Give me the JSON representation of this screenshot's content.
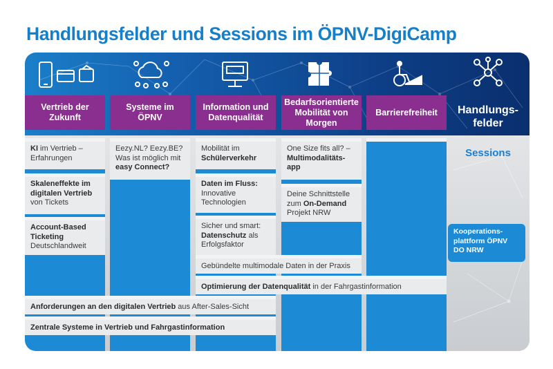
{
  "title": "Handlungsfelder und Sessions im ÖPNV-DigiCamp",
  "columns": [
    {
      "label": "Vertrieb der Zukunft",
      "icon": "payment-icons"
    },
    {
      "label": "Systeme im ÖPNV",
      "icon": "cloud-network-icon"
    },
    {
      "label": "Information und Datenqualität",
      "icon": "monitor-icon"
    },
    {
      "label": "Bedarfsorientierte Mobilität von Morgen",
      "icon": "puzzle-icon"
    },
    {
      "label": "Barrierefreiheit",
      "icon": "wheelchair-icon"
    }
  ],
  "handlungsfelder_label": "Handlungs-felder",
  "sessions_label": "Sessions",
  "sessions": {
    "c1_s1": {
      "bold": "KI",
      "text": " im Vertrieb – Erfahrungen"
    },
    "c1_s2": {
      "bold": "Skaleneffekte im digitalen Vertrieb",
      "text": " von Tickets"
    },
    "c1_s3": {
      "bold": "Account-Based Ticketing",
      "text": " Deutschlandweit"
    },
    "c2_s1": {
      "text": "Eezy.NL? Eezy.BE? Was ist möglich mit ",
      "bold": "easy Connect?"
    },
    "c3_s1": {
      "text": "Mobilität im ",
      "bold": "Schülerverkehr"
    },
    "c3_s2": {
      "bold": "Daten im Fluss:",
      "text": " Innovative Technologien"
    },
    "c3_s3": {
      "text": "Sicher und smart: ",
      "bold": "Datenschutz",
      "text2": " als Erfolgsfaktor"
    },
    "c4_s1": {
      "text": "One Size fits all? – ",
      "bold": "Multimodalitäts-app"
    },
    "c4_s2": {
      "text": "Deine Schnittstelle zum ",
      "bold": "On-Demand",
      "text2": " Projekt NRW"
    },
    "wide1": {
      "text": "Gebündelte multimodale Daten in der Praxis"
    },
    "wide2": {
      "bold": "Optimierung der Datenqualität",
      "text": " in der Fahrgastinformation"
    },
    "wide3": {
      "bold": "Anforderungen an den digitalen Vertrieb",
      "text": " aus After-Sales-Sicht"
    },
    "wide4": {
      "bold": "Zentrale Systeme in Vertrieb und Fahrgastinformation"
    }
  },
  "kooperation": "Kooperations-plattform ÖPNV DO NRW",
  "colors": {
    "title": "#1580c9",
    "header": "#8a2e8f",
    "column": "#1d8ad6",
    "card": "#eaebec"
  }
}
